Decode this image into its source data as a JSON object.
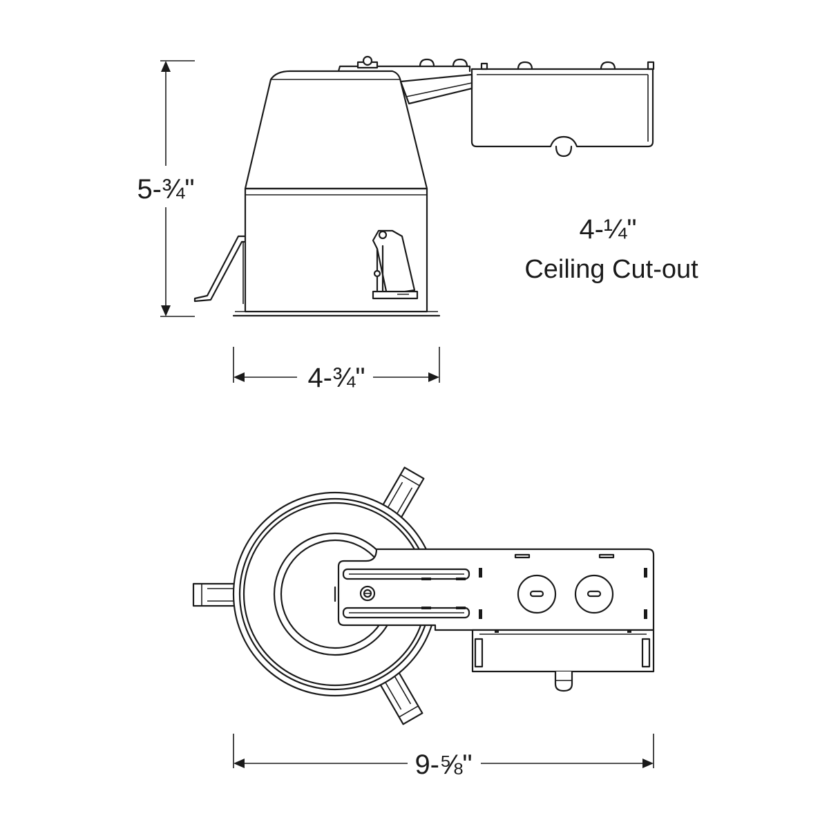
{
  "dimensions": {
    "height": "5-¾\"",
    "width": "4-¾\"",
    "length": "9-⅝\""
  },
  "callout": {
    "cutout_size": "4-¼\"",
    "cutout_label": "Ceiling Cut-out"
  },
  "colors": {
    "line": "#1a1a1a",
    "background": "#ffffff"
  }
}
